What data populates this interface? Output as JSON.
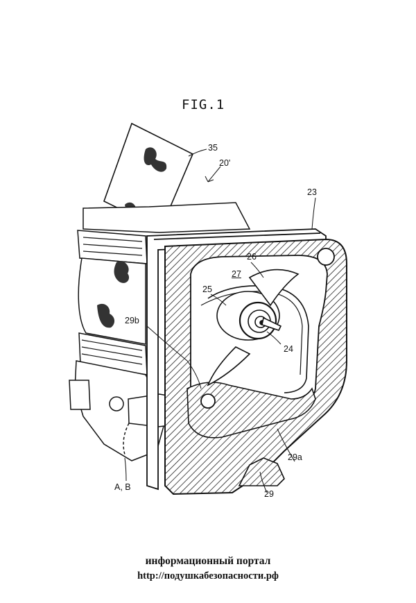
{
  "figure": {
    "title": "FIG.1",
    "labels": {
      "l35": "35",
      "l20": "20'",
      "l23": "23",
      "l26": "26",
      "l27": "27",
      "l25": "25",
      "l24": "24",
      "l29b": "29b",
      "l29a": "29a",
      "l29": "29",
      "lAB": "A, B"
    }
  },
  "watermark": {
    "line1": "информационный портал",
    "line2": "http://подушкабезопасности.рф"
  }
}
